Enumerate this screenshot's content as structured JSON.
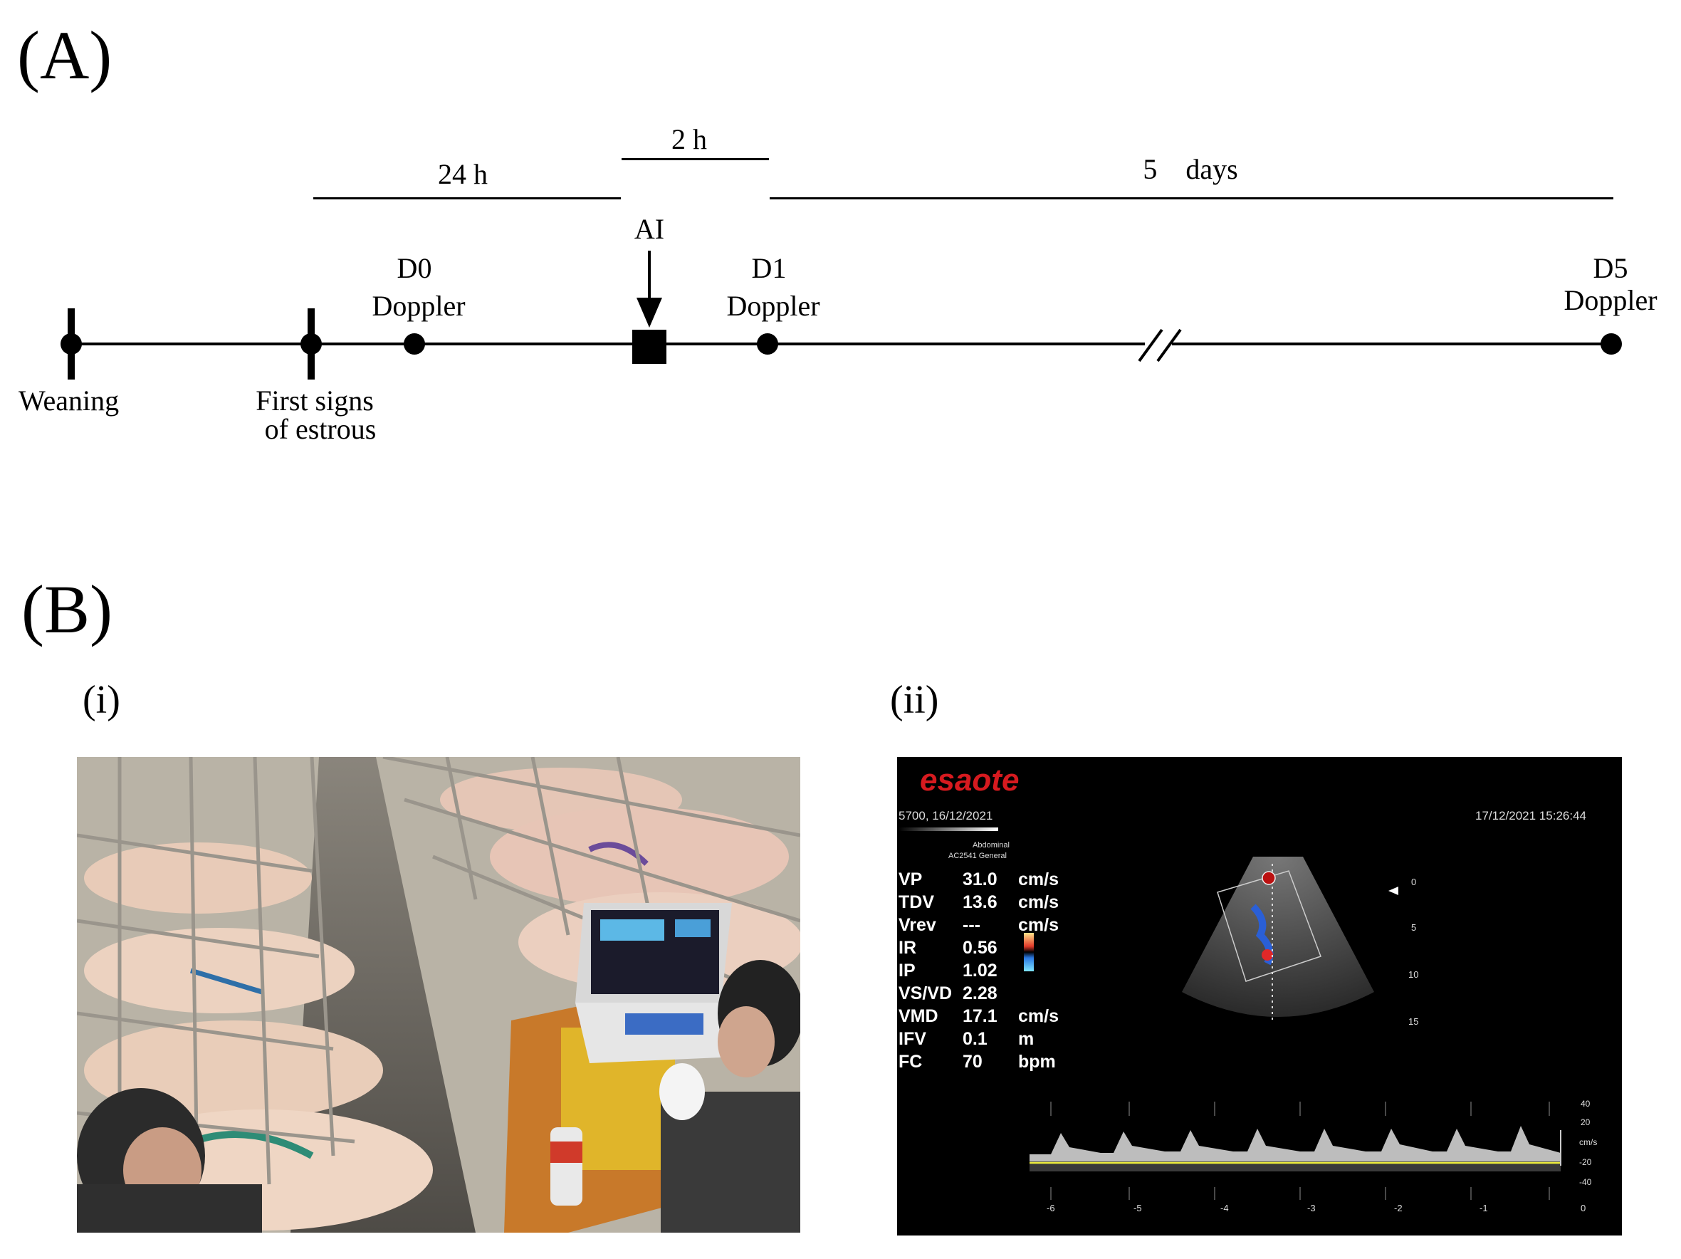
{
  "panel_a": {
    "label": "(A)",
    "durations": {
      "d24": "24 h",
      "d2": "2 h",
      "d5": "5    days"
    },
    "ai_label": "AI",
    "events": {
      "weaning": "Weaning",
      "first_signs_1": "First  signs",
      "first_signs_2": "of estrous",
      "d0_1": "D0",
      "d0_2": "Doppler",
      "d1_1": "D1",
      "d1_2": "Doppler",
      "d5_1": "D5",
      "d5_2": "Doppler"
    }
  },
  "panel_b": {
    "label": "(B)",
    "sub_i": "(i)",
    "sub_ii": "(ii)",
    "ultrasound": {
      "brand": "esaote",
      "header_left": "5700, 16/12/2021",
      "header_right": "17/12/2021 15:26:44",
      "preset_1": "Abdominal",
      "preset_2": "AC2541   General",
      "measurements": [
        {
          "k": "VP",
          "v": "31.0",
          "u": "cm/s"
        },
        {
          "k": "TDV",
          "v": "13.6",
          "u": "cm/s"
        },
        {
          "k": "Vrev",
          "v": "---",
          "u": "cm/s"
        },
        {
          "k": "IR",
          "v": "0.56",
          "u": ""
        },
        {
          "k": "IP",
          "v": "1.02",
          "u": ""
        },
        {
          "k": "VS/VD",
          "v": "2.28",
          "u": ""
        },
        {
          "k": "VMD",
          "v": "17.1",
          "u": "cm/s"
        },
        {
          "k": "IFV",
          "v": "0.1",
          "u": "m"
        },
        {
          "k": "FC",
          "v": "70",
          "u": "bpm"
        }
      ],
      "depth_ticks": [
        "0",
        "5",
        "10",
        "15"
      ],
      "velocity_ticks": [
        "40",
        "20",
        "cm/s",
        "-20",
        "-40"
      ],
      "time_ticks": [
        "-6",
        "-5",
        "-4",
        "-3",
        "-2",
        "-1",
        "0"
      ]
    }
  }
}
